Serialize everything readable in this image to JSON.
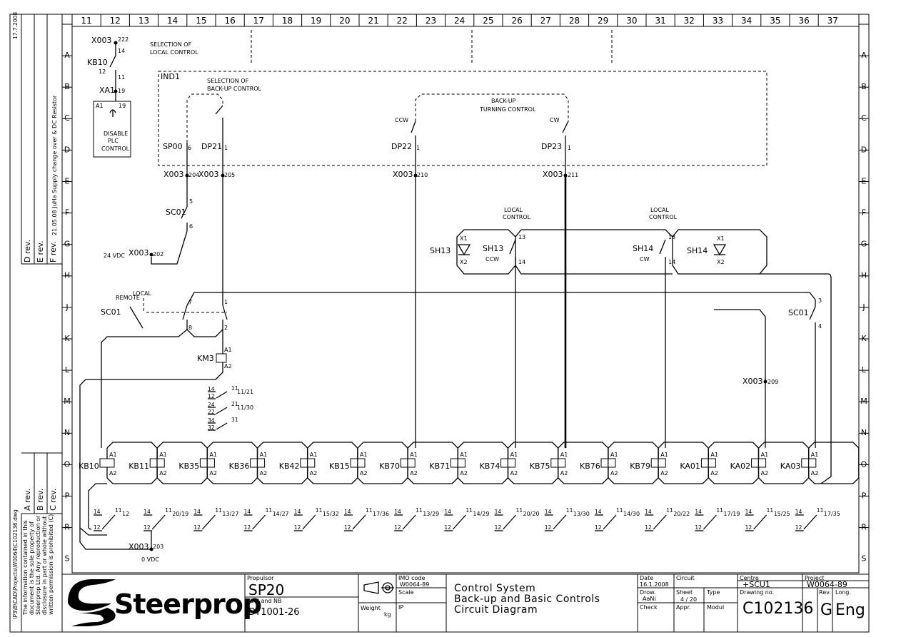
{
  "columns": [
    "11",
    "12",
    "13",
    "14",
    "15",
    "16",
    "17",
    "18",
    "19",
    "20",
    "21",
    "22",
    "23",
    "24",
    "25",
    "26",
    "27",
    "28",
    "29",
    "30",
    "31",
    "32",
    "33",
    "34",
    "35",
    "36",
    "37"
  ],
  "rows": [
    "A",
    "B",
    "C",
    "D",
    "E",
    "F",
    "G",
    "H",
    "J",
    "K",
    "L",
    "M",
    "N",
    "O",
    "P",
    "R",
    "S"
  ],
  "side_text": {
    "date": "17.7.2008",
    "revision_note": "21.05.08 JuHa Supply change over & DC Resistor",
    "rev_d": "D rev.",
    "rev_e": "E rev.",
    "rev_f": "F rev.",
    "rev_a": "A rev.",
    "rev_b": "B rev.",
    "rev_c": "C rev.",
    "file_path": "\\P3\\B\\CAD\\Projects\\W0064\\C102136.dwg",
    "copyright_1": "The information contained in this",
    "copyright_2": "document is the sole property of",
    "copyright_3": "Steerprop Ltd. Any reproduction or",
    "copyright_4": "disclosure in part or whole without",
    "copyright_5": "written permission is prohibited (C)"
  },
  "labels": {
    "x003_222": "X003",
    "n222": "222",
    "n14a": "14",
    "kb10_top": "KB10",
    "n12a": "12",
    "n11a": "11",
    "xa1": "XA1",
    "n19": "19",
    "a1": "A1",
    "n19b": "19",
    "disable1": "DISABLE",
    "disable2": "PLC",
    "disable3": "CONTROL",
    "sel_local_1": "SELECTION OF",
    "sel_local_2": "LOCAL CONTROL",
    "ind1": "IND1",
    "sel_backup_1": "SELECTION OF",
    "sel_backup_2": "BACK-UP CONTROL",
    "backup_turn_1": "BACK-UP",
    "backup_turn_2": "TURNING CONTROL",
    "ccw_top": "CCW",
    "cw_top": "CW",
    "sp00": "SP00",
    "sp00_n": "6",
    "dp21": "DP21",
    "dp21_n": "1",
    "dp22": "DP22",
    "dp22_n": "1",
    "dp23": "DP23",
    "dp23_n": "1",
    "x003_204": "X003",
    "n204": "204",
    "x003_205": "X003",
    "n205": "205",
    "x003_210": "X003",
    "n210": "210",
    "x003_211": "X003",
    "n211": "211",
    "sc01_top": "SC01",
    "n5": "5",
    "n6": "6",
    "vdc24": "24 VDC",
    "x003_202": "X003",
    "n202": "202",
    "local_ctrl_1a": "LOCAL",
    "local_ctrl_1b": "CONTROL",
    "local_ctrl_2a": "LOCAL",
    "local_ctrl_2b": "CONTROL",
    "sh13_lamp": "SH13",
    "sh13_sw": "SH13",
    "sh13_ccw": "CCW",
    "sh14_lamp": "SH14",
    "sh14_sw": "SH14",
    "sh14_cw": "CW",
    "x1a": "X1",
    "x2a": "X2",
    "x1b": "X1",
    "x2b": "X2",
    "n13a": "13",
    "n14b": "14",
    "n13b": "13",
    "n14c": "14",
    "remote": "REMOTE",
    "local": "LOCAL",
    "sc01_mid": "SC01",
    "n7": "7",
    "n1": "1",
    "n8": "8",
    "n2": "2",
    "km3": "KM3",
    "km3_a1": "A1",
    "km3_a2": "A2",
    "sc01_right": "SC01",
    "n3": "3",
    "n4": "4",
    "x003_209": "X003",
    "n209": "209",
    "x003_203": "X003",
    "n203": "203",
    "vdc0": "0 VDC"
  },
  "km3_contacts": [
    {
      "top": "14",
      "bot": "12",
      "ref": "11",
      "xref": "11/21"
    },
    {
      "top": "24",
      "bot": "22",
      "ref": "21",
      "xref": "11/30"
    },
    {
      "top": "34",
      "bot": "32",
      "ref": "31",
      "xref": ""
    }
  ],
  "relays": [
    {
      "name": "KB10",
      "a1": "A1",
      "a2": "A2"
    },
    {
      "name": "KB11",
      "a1": "A1",
      "a2": "A2"
    },
    {
      "name": "KB35",
      "a1": "A1",
      "a2": "A2"
    },
    {
      "name": "KB36",
      "a1": "A1",
      "a2": "A2"
    },
    {
      "name": "KB42",
      "a1": "A1",
      "a2": "A2"
    },
    {
      "name": "KB15",
      "a1": "A1",
      "a2": "A2"
    },
    {
      "name": "KB70",
      "a1": "A1",
      "a2": "A2"
    },
    {
      "name": "KB71",
      "a1": "A1",
      "a2": "A2"
    },
    {
      "name": "KB74",
      "a1": "A1",
      "a2": "A2"
    },
    {
      "name": "KB75",
      "a1": "A1",
      "a2": "A2"
    },
    {
      "name": "KB76",
      "a1": "A1",
      "a2": "A2"
    },
    {
      "name": "KB79",
      "a1": "A1",
      "a2": "A2"
    },
    {
      "name": "KA01",
      "a1": "A1",
      "a2": "A2"
    },
    {
      "name": "KA02",
      "a1": "A1",
      "a2": "A2"
    },
    {
      "name": "KA03",
      "a1": "A1",
      "a2": "A2"
    }
  ],
  "relay_contacts": [
    {
      "top": "14",
      "bot": "12",
      "ref": "11",
      "xref": "12"
    },
    {
      "top": "14",
      "bot": "12",
      "ref": "11",
      "xref": "20/19"
    },
    {
      "top": "14",
      "bot": "12",
      "ref": "11",
      "xref": "13/27"
    },
    {
      "top": "14",
      "bot": "12",
      "ref": "11",
      "xref": "14/27"
    },
    {
      "top": "14",
      "bot": "12",
      "ref": "11",
      "xref": "15/32"
    },
    {
      "top": "14",
      "bot": "12",
      "ref": "11",
      "xref": "17/36"
    },
    {
      "top": "14",
      "bot": "12",
      "ref": "11",
      "xref": "13/29"
    },
    {
      "top": "14",
      "bot": "12",
      "ref": "11",
      "xref": "14/29"
    },
    {
      "top": "14",
      "bot": "12",
      "ref": "11",
      "xref": "20/20"
    },
    {
      "top": "14",
      "bot": "12",
      "ref": "11",
      "xref": "13/30"
    },
    {
      "top": "14",
      "bot": "12",
      "ref": "11",
      "xref": "14/30"
    },
    {
      "top": "14",
      "bot": "12",
      "ref": "11",
      "xref": "20/22"
    },
    {
      "top": "14",
      "bot": "12",
      "ref": "11",
      "xref": "17/19"
    },
    {
      "top": "14",
      "bot": "12",
      "ref": "11",
      "xref": "15/25"
    },
    {
      "top": "14",
      "bot": "12",
      "ref": "11",
      "xref": "17/35"
    }
  ],
  "title_block": {
    "logo": "Steerprop",
    "propulsor_label": "Propulsor",
    "propulsor": "SP20",
    "yard_label": "Yard and NB",
    "yard": "DY1001-26",
    "weight_label": "Weight",
    "weight_unit": "kg",
    "imo_label": "IMO code",
    "imo": "W0064-89",
    "scale_label": "Scale",
    "ip_label": "IP",
    "title_1": "Control System",
    "title_2": "Back-up and Basic Controls",
    "title_3": "Circuit Diagram",
    "date_label": "Date",
    "date": "16.1.2008",
    "drow_label": "Drow.",
    "drow": "AaNi",
    "check_label": "Check",
    "circuit_label": "Circuit",
    "sheet_label": "Sheet",
    "sheet": "4 / 20",
    "appr_label": "Appr.",
    "type_label": "Type",
    "modul_label": "Modul",
    "centre_label": "Centre",
    "centre": "+SCU1",
    "drawing_no_label": "Drawing no.",
    "drawing_no": "C102136",
    "project_label": "Project",
    "project": "W0064-89",
    "rev_label": "Rev.",
    "rev": "G",
    "lang_label": "Long.",
    "lang": "Eng"
  }
}
